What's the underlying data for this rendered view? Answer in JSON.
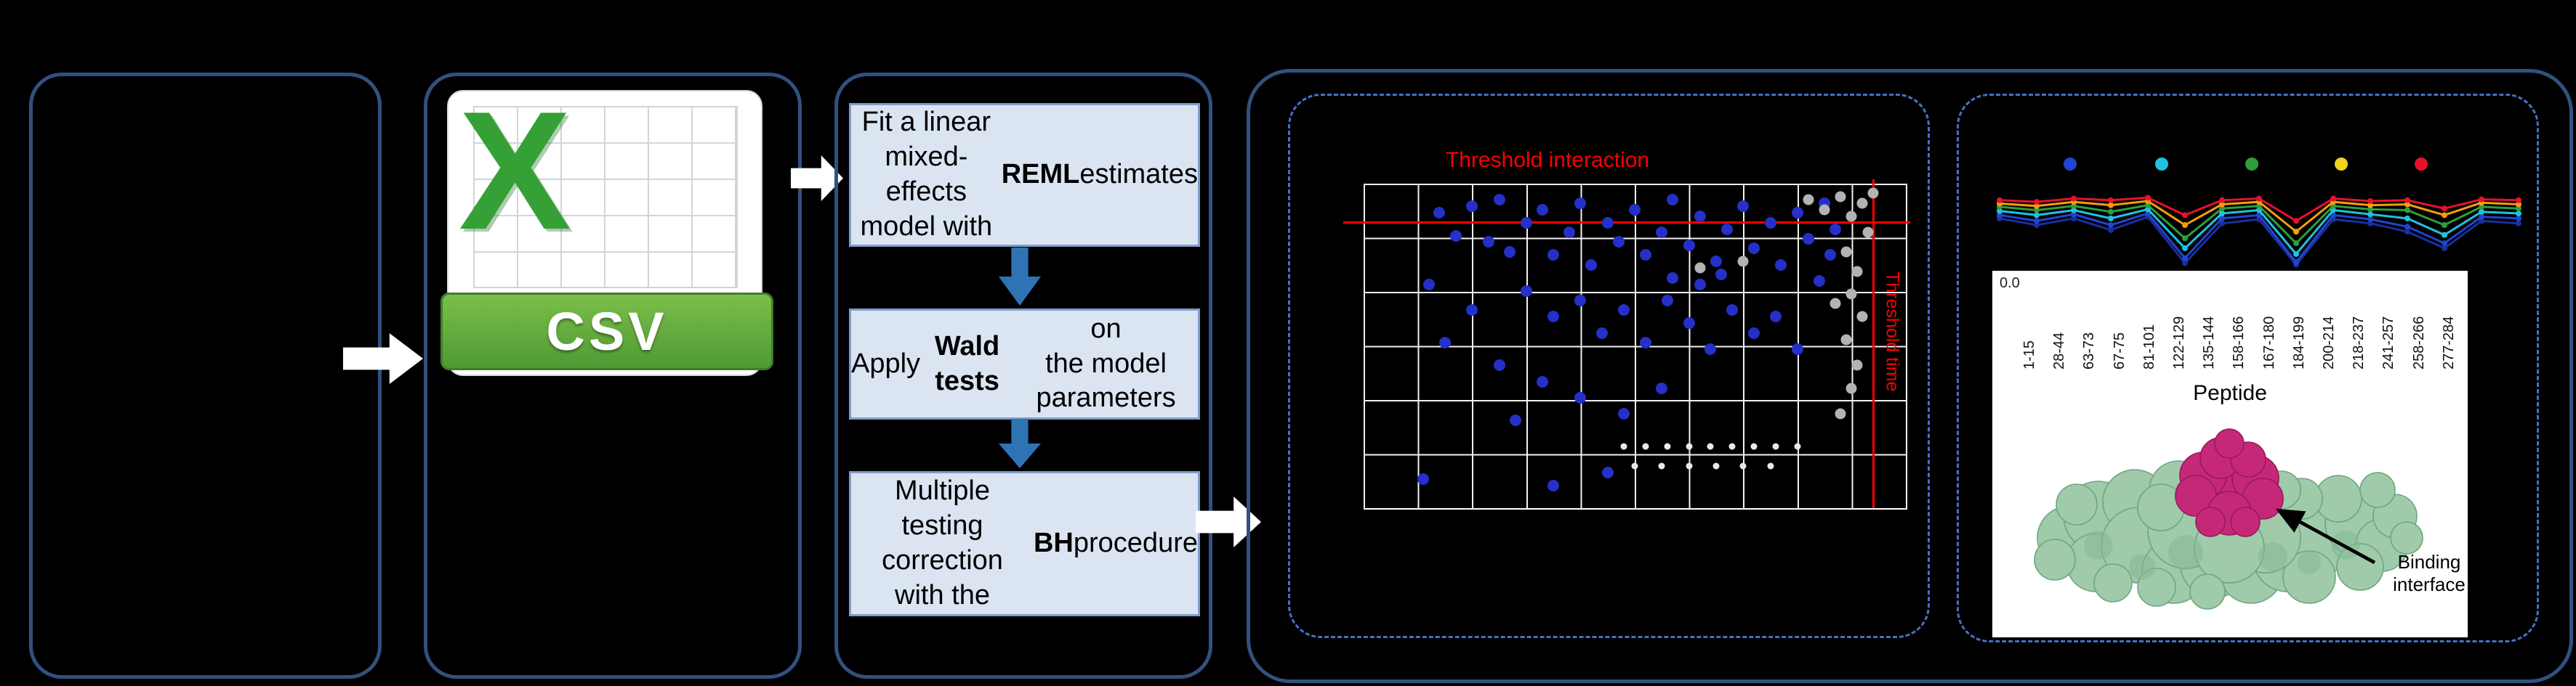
{
  "colors": {
    "background": "#000000",
    "box_border": "#31517E",
    "dashed_border": "#4472C4",
    "step_fill": "#DBE5F2",
    "step_border": "#7F9CCB",
    "down_arrow": "#2E74B5",
    "white_arrow": "#FFFFFF",
    "threshold_red": "#FF0000",
    "csv_green": "#4E9A33",
    "protein_green": "#9FCBAA",
    "protein_magenta": "#C62878"
  },
  "csv": {
    "x": "X",
    "label": "CSV"
  },
  "steps": [
    {
      "segments": [
        [
          "Fit a linear mixed-\neffects model with\n",
          false
        ],
        [
          "REML",
          true
        ],
        [
          " estimates",
          false
        ]
      ]
    },
    {
      "segments": [
        [
          "Apply ",
          false
        ],
        [
          "Wald tests",
          true
        ],
        [
          " on\nthe model parameters",
          false
        ]
      ]
    },
    {
      "segments": [
        [
          "Multiple testing\ncorrection\nwith the ",
          false
        ],
        [
          "BH",
          true
        ],
        [
          " procedure",
          false
        ]
      ]
    }
  ],
  "scatter": {
    "title": "Threshold interaction",
    "vline_label": "Threshold time",
    "hline_pct": 11.6,
    "vline_pct": 93.9,
    "blue_dots": [
      [
        14,
        9
      ],
      [
        17,
        16
      ],
      [
        20,
        7
      ],
      [
        23,
        18
      ],
      [
        25,
        5
      ],
      [
        27,
        21
      ],
      [
        30,
        12
      ],
      [
        33,
        8
      ],
      [
        35,
        22
      ],
      [
        38,
        15
      ],
      [
        40,
        6
      ],
      [
        42,
        25
      ],
      [
        45,
        12
      ],
      [
        47,
        18
      ],
      [
        50,
        8
      ],
      [
        52,
        22
      ],
      [
        55,
        15
      ],
      [
        57,
        5
      ],
      [
        60,
        19
      ],
      [
        62,
        10
      ],
      [
        65,
        24
      ],
      [
        67,
        14
      ],
      [
        70,
        7
      ],
      [
        72,
        20
      ],
      [
        75,
        12
      ],
      [
        77,
        25
      ],
      [
        80,
        9
      ],
      [
        82,
        17
      ],
      [
        85,
        6
      ],
      [
        87,
        14
      ],
      [
        30,
        33
      ],
      [
        35,
        41
      ],
      [
        40,
        36
      ],
      [
        44,
        46
      ],
      [
        48,
        39
      ],
      [
        52,
        49
      ],
      [
        56,
        36
      ],
      [
        60,
        43
      ],
      [
        64,
        51
      ],
      [
        68,
        39
      ],
      [
        72,
        46
      ],
      [
        76,
        41
      ],
      [
        80,
        51
      ],
      [
        57,
        29
      ],
      [
        62,
        31
      ],
      [
        66,
        28
      ],
      [
        20,
        39
      ],
      [
        15,
        49
      ],
      [
        25,
        56
      ],
      [
        33,
        61
      ],
      [
        40,
        66
      ],
      [
        28,
        73
      ],
      [
        12,
        31
      ],
      [
        48,
        71
      ],
      [
        55,
        63
      ],
      [
        45,
        89
      ],
      [
        11,
        91
      ],
      [
        35,
        93
      ],
      [
        84,
        30
      ],
      [
        86,
        22
      ]
    ],
    "gray_dots": [
      [
        82,
        5
      ],
      [
        85,
        8
      ],
      [
        88,
        4
      ],
      [
        90,
        10
      ],
      [
        92,
        6
      ],
      [
        93,
        15
      ],
      [
        89,
        21
      ],
      [
        91,
        27
      ],
      [
        90,
        34
      ],
      [
        92,
        41
      ],
      [
        89,
        48
      ],
      [
        91,
        56
      ],
      [
        90,
        63
      ],
      [
        88,
        71
      ],
      [
        62,
        26
      ],
      [
        70,
        24
      ],
      [
        94,
        3
      ],
      [
        87,
        37
      ]
    ],
    "white_dots": [
      [
        48,
        81
      ],
      [
        52,
        81
      ],
      [
        56,
        81
      ],
      [
        60,
        81
      ],
      [
        64,
        81
      ],
      [
        68,
        81
      ],
      [
        72,
        81
      ],
      [
        76,
        81
      ],
      [
        80,
        81
      ],
      [
        50,
        87
      ],
      [
        55,
        87
      ],
      [
        60,
        87
      ],
      [
        65,
        87
      ],
      [
        70,
        87
      ],
      [
        75,
        87
      ]
    ]
  },
  "kinetics": {
    "ytick": "0.0",
    "legend": {
      "colors": [
        "#2244D0",
        "#21C2E0",
        "#2E9E3C",
        "#F2D21F",
        "#E8112D"
      ],
      "x": [
        98,
        224,
        348,
        471,
        581
      ]
    },
    "series": [
      {
        "color": "#1A2FA0",
        "values": [
          0.58,
          0.5,
          0.58,
          0.44,
          0.6,
          0.04,
          0.52,
          0.57,
          0.02,
          0.57,
          0.52,
          0.42,
          0.22,
          0.55,
          0.52
        ]
      },
      {
        "color": "#2244D0",
        "values": [
          0.62,
          0.55,
          0.63,
          0.5,
          0.64,
          0.1,
          0.58,
          0.62,
          0.05,
          0.62,
          0.57,
          0.48,
          0.28,
          0.6,
          0.58
        ]
      },
      {
        "color": "#21C2E0",
        "values": [
          0.67,
          0.62,
          0.68,
          0.58,
          0.69,
          0.22,
          0.64,
          0.68,
          0.15,
          0.68,
          0.63,
          0.58,
          0.38,
          0.66,
          0.64
        ]
      },
      {
        "color": "#2E9E3C",
        "values": [
          0.72,
          0.68,
          0.73,
          0.66,
          0.74,
          0.34,
          0.7,
          0.73,
          0.28,
          0.73,
          0.69,
          0.68,
          0.5,
          0.72,
          0.7
        ]
      },
      {
        "color": "#F59E0B",
        "values": [
          0.76,
          0.73,
          0.78,
          0.74,
          0.79,
          0.5,
          0.75,
          0.78,
          0.42,
          0.78,
          0.74,
          0.75,
          0.62,
          0.77,
          0.75
        ]
      },
      {
        "color": "#E8112D",
        "values": [
          0.8,
          0.78,
          0.82,
          0.8,
          0.83,
          0.62,
          0.8,
          0.82,
          0.55,
          0.82,
          0.79,
          0.8,
          0.7,
          0.81,
          0.8
        ]
      }
    ]
  },
  "peptide_axis": {
    "labels": [
      "1-15",
      "28-44",
      "63-73",
      "67-75",
      "81-101",
      "122-129",
      "135-144",
      "158-166",
      "167-180",
      "184-199",
      "200-214",
      "218-237",
      "241-257",
      "258-266",
      "277-284"
    ],
    "title": "Peptide"
  },
  "protein": {
    "binding_label": "Binding\ninterface"
  }
}
